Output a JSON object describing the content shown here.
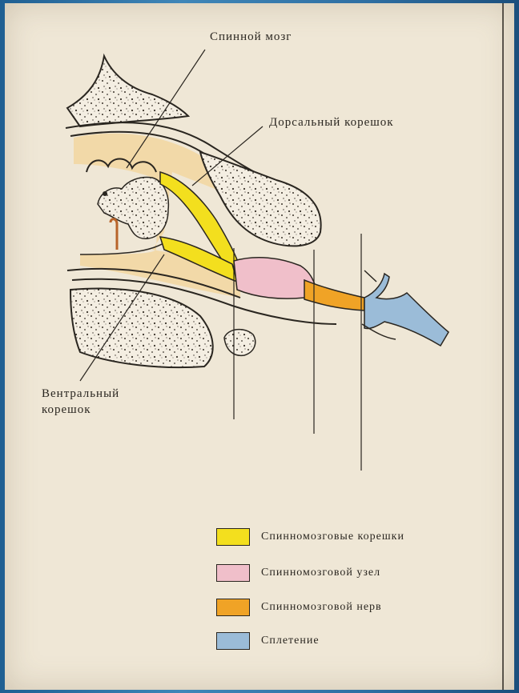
{
  "labels": {
    "spinal_cord": "Спинной мозг",
    "dorsal_root": "Дорсальный корешок",
    "ventral_root_line1": "Вентральный",
    "ventral_root_line2": "корешок"
  },
  "legend": [
    {
      "label": "Спинномозговые корешки",
      "color": "#f3df1e"
    },
    {
      "label": "Спинномозговой узел",
      "color": "#f0bfca"
    },
    {
      "label": "Спинномозговой нерв",
      "color": "#f0a326"
    },
    {
      "label": "Сплетение",
      "color": "#9bbcd8"
    }
  ],
  "colors": {
    "paper": "#efe7d6",
    "tissue": "#f2d9a8",
    "bone": "#f4eee2",
    "ink": "#2a2620"
  }
}
